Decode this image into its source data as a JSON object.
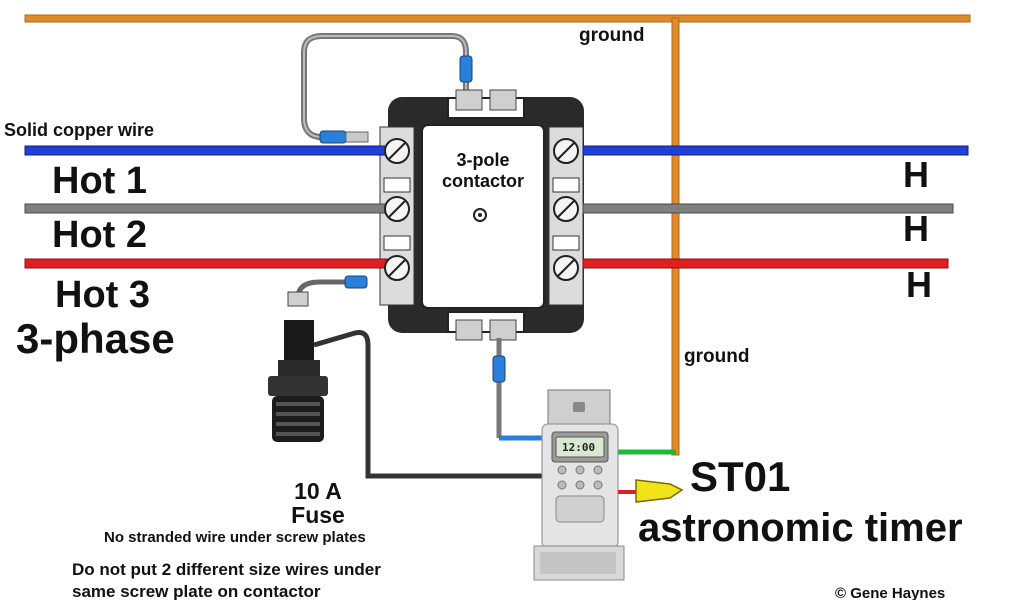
{
  "labels": {
    "ground_top": "ground",
    "ground_right": "ground",
    "solid_copper": "Solid copper wire",
    "hot1": "Hot 1",
    "hot2": "Hot 2",
    "hot3": "Hot 3",
    "three_phase": "3-phase",
    "h1": "H",
    "h2": "H",
    "h3": "H",
    "fuse_line1": "10 A",
    "fuse_line2": "Fuse",
    "note_stranded": "No stranded wire under screw plates",
    "note_size_line1": "Do not put 2 different size wires under",
    "note_size_line2": "same screw plate on contactor",
    "st01": "ST01",
    "astronomic_timer": "astronomic timer",
    "copyright": "© Gene Haynes"
  },
  "contactor": {
    "line1": "3-pole",
    "line2": "contactor"
  },
  "timer": {
    "display": "12:00"
  },
  "colors": {
    "hot1_wire": "#1f3fd9",
    "hot2_wire": "#808080",
    "hot3_wire": "#e02020",
    "ground_wire": "#e08a2c",
    "ground_lead": "#1fb83a",
    "timer_lead_blue": "#2a7fd9",
    "timer_lead_red": "#e02020",
    "wire_nut": "#f2e21a",
    "control_wire": "#333333"
  }
}
